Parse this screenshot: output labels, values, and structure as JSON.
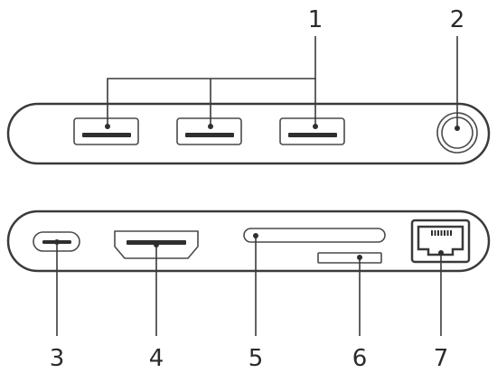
{
  "diagram": {
    "callouts": {
      "c1": "1",
      "c2": "2",
      "c3": "3",
      "c4": "4",
      "c5": "5",
      "c6": "6",
      "c7": "7"
    },
    "colors": {
      "outline": "#3a3a3a",
      "port_fill": "#2f2f2f",
      "background": "#ffffff"
    }
  }
}
